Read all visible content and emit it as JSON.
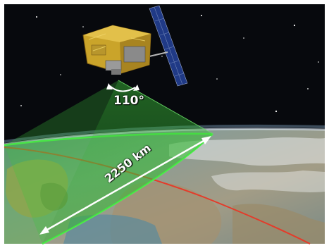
{
  "scene": {
    "scan_angle_label": "110°",
    "swath_width_label": "2250 km"
  },
  "colors": {
    "space": "#07090d",
    "swath_fill": "#43c640",
    "swath_outline": "#4df04a",
    "ground_track": "#e43b2a",
    "measure_arrow": "#ffffff",
    "satellite_body": "#caa42a",
    "solar_panel": "#203a86"
  },
  "icons": [
    "satellite",
    "solar-panel",
    "arc-arrow",
    "double-arrow"
  ]
}
